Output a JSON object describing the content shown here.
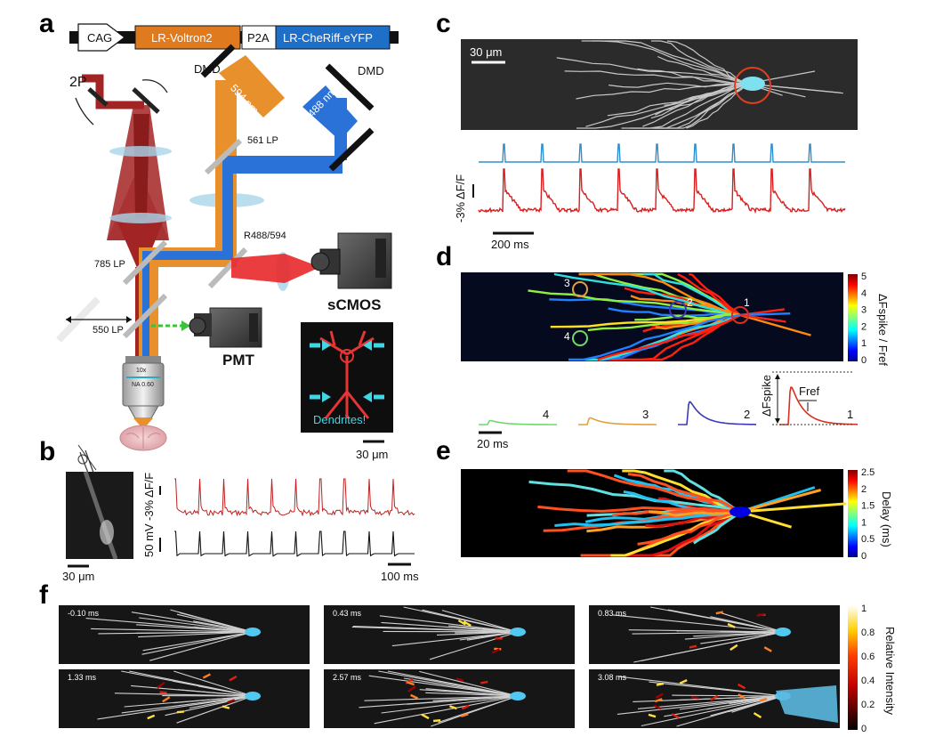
{
  "panels": {
    "a": "a",
    "b": "b",
    "c": "c",
    "d": "d",
    "e": "e",
    "f": "f"
  },
  "construct": {
    "cag": "CAG",
    "voltron": "LR-Voltron2",
    "p2a": "P2A",
    "cheriff": "LR-CheRiff-eYFP"
  },
  "optics": {
    "two_p": "2P",
    "dmd1": "DMD",
    "dmd2": "DMD",
    "nm594": "594 nm",
    "nm488": "488 nm",
    "lp561": "561 LP",
    "r488": "R488/594",
    "lp785": "785 LP",
    "lp550": "550 LP",
    "objective_mag": "10x",
    "objective_na": "NA 0.60",
    "scmos": "sCMOS",
    "pmt": "PMT",
    "dendrites": "Dendrites!",
    "scale_a": "30 μm"
  },
  "panel_b": {
    "df_label": "-3% ΔF/F",
    "mv_label": "50 mV",
    "scale_img": "30 μm",
    "scale_time": "100 ms"
  },
  "panel_c": {
    "scale_img": "30 μm",
    "df_label": "-3% ΔF/F",
    "scale_time": "200 ms"
  },
  "panel_d": {
    "roi": [
      "1",
      "2",
      "3",
      "4"
    ],
    "trace_labels": [
      "4",
      "3",
      "2",
      "1"
    ],
    "scale_time": "20 ms",
    "colorbar_ticks": [
      "5",
      "4",
      "3",
      "2",
      "1",
      "0"
    ],
    "colorbar_label": "ΔFspike / Fref",
    "dfspike": "ΔFspike",
    "fref": "Fref"
  },
  "panel_e": {
    "colorbar_ticks": [
      "2.5",
      "2",
      "1.5",
      "1",
      "0.5",
      "0"
    ],
    "colorbar_label": "Delay (ms)"
  },
  "panel_f": {
    "frames": [
      "-0.10 ms",
      "0.43 ms",
      "0.83 ms",
      "1.33 ms",
      "2.57 ms",
      "3.08 ms"
    ],
    "colorbar_ticks": [
      "1",
      "0.8",
      "0.6",
      "0.4",
      "0.2",
      "0"
    ],
    "colorbar_label": "Relative Intensity"
  },
  "colors": {
    "voltron": "#e07a1f",
    "cheriff": "#1f6fc8",
    "beam_orange": "#e8902c",
    "beam_blue": "#2a72d8",
    "twop_red": "#a32424",
    "trace_red": "#d81e1e",
    "trace_blue": "#2f8fce",
    "roi4": "#6fd86a",
    "roi3": "#e0a040",
    "roi2": "#3a3ab8",
    "roi1": "#d83020"
  }
}
